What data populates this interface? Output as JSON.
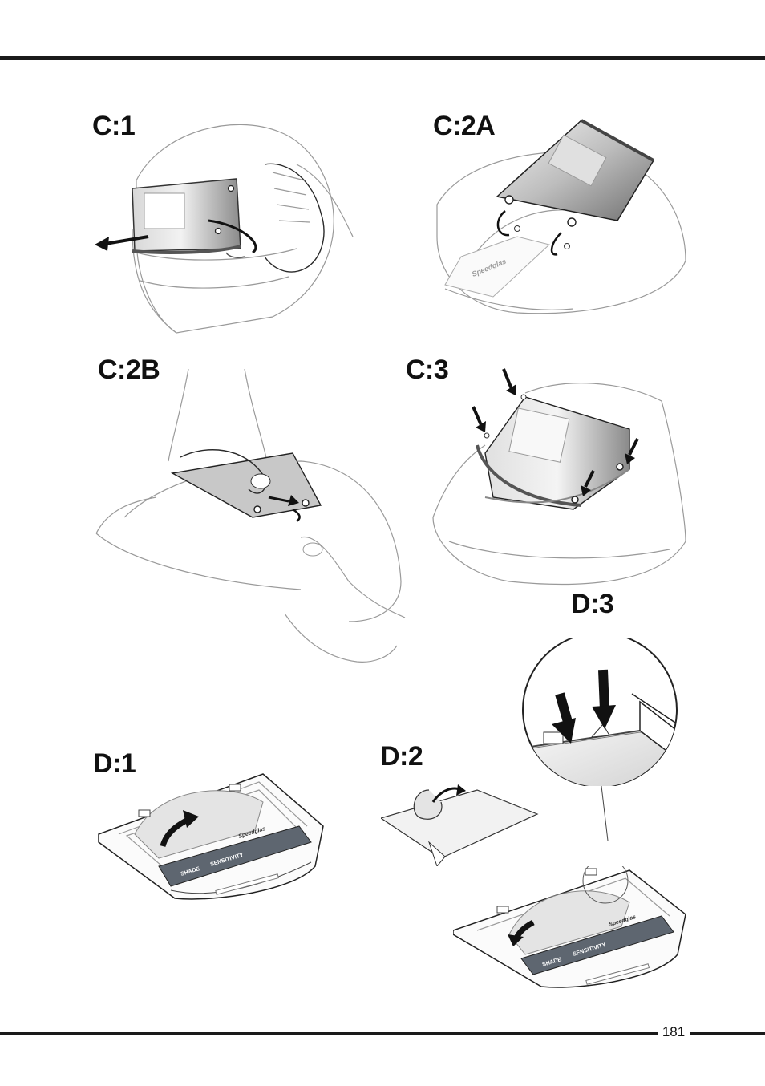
{
  "document": {
    "page_number": "181"
  },
  "steps": {
    "c1": "C:1",
    "c2a": "C:2A",
    "c2b": "C:2B",
    "c3": "C:3",
    "d1": "D:1",
    "d2": "D:2",
    "d3": "D:3"
  },
  "labels": {
    "brand": "Speedglas",
    "shade": "SHADE",
    "sensitivity": "SENSITIVITY"
  },
  "colors": {
    "rule": "#1a1a1a",
    "outline": "#9a9a9a",
    "lens_dark": "#8a8a8a",
    "lens_light": "#e6e6e6",
    "panel": "#5e6670"
  }
}
